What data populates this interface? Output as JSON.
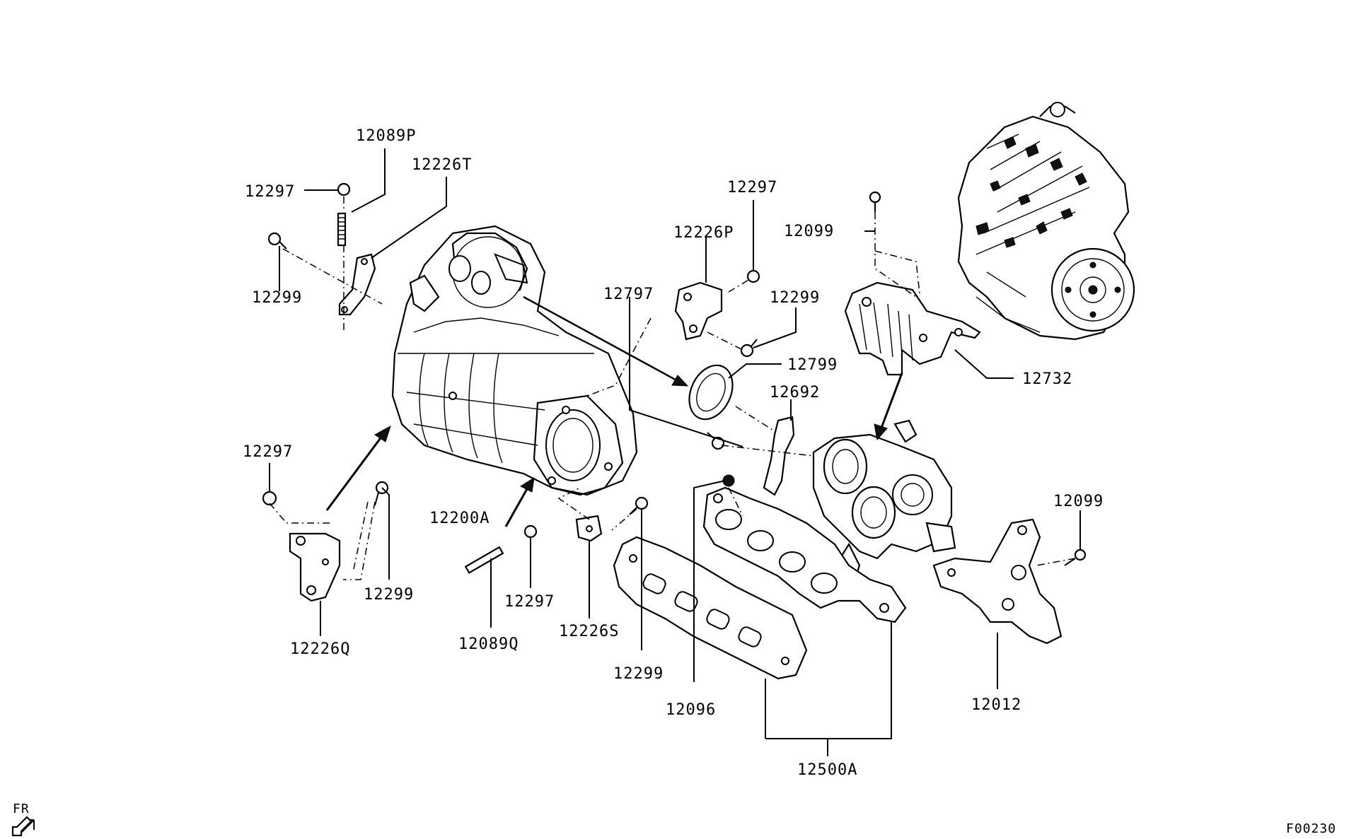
{
  "diagram_code": "F00230",
  "orientation_label": "FR",
  "part_labels": {
    "p12089P": "12089P",
    "p12226T": "12226T",
    "p12297_a": "12297",
    "p12299_a": "12299",
    "p12297_b": "12297",
    "p12226P": "12226P",
    "p12099_a": "12099",
    "p12797": "12797",
    "p12299_b": "12299",
    "p12799": "12799",
    "p12732": "12732",
    "p12692": "12692",
    "p12297_c": "12297",
    "p12200A": "12200A",
    "p12299_c": "12299",
    "p12226Q": "12226Q",
    "p12297_d": "12297",
    "p12089Q": "12089Q",
    "p12226S": "12226S",
    "p12299_d": "12299",
    "p12096": "12096",
    "p12099_b": "12099",
    "p12012": "12012",
    "p12500A": "12500A"
  }
}
